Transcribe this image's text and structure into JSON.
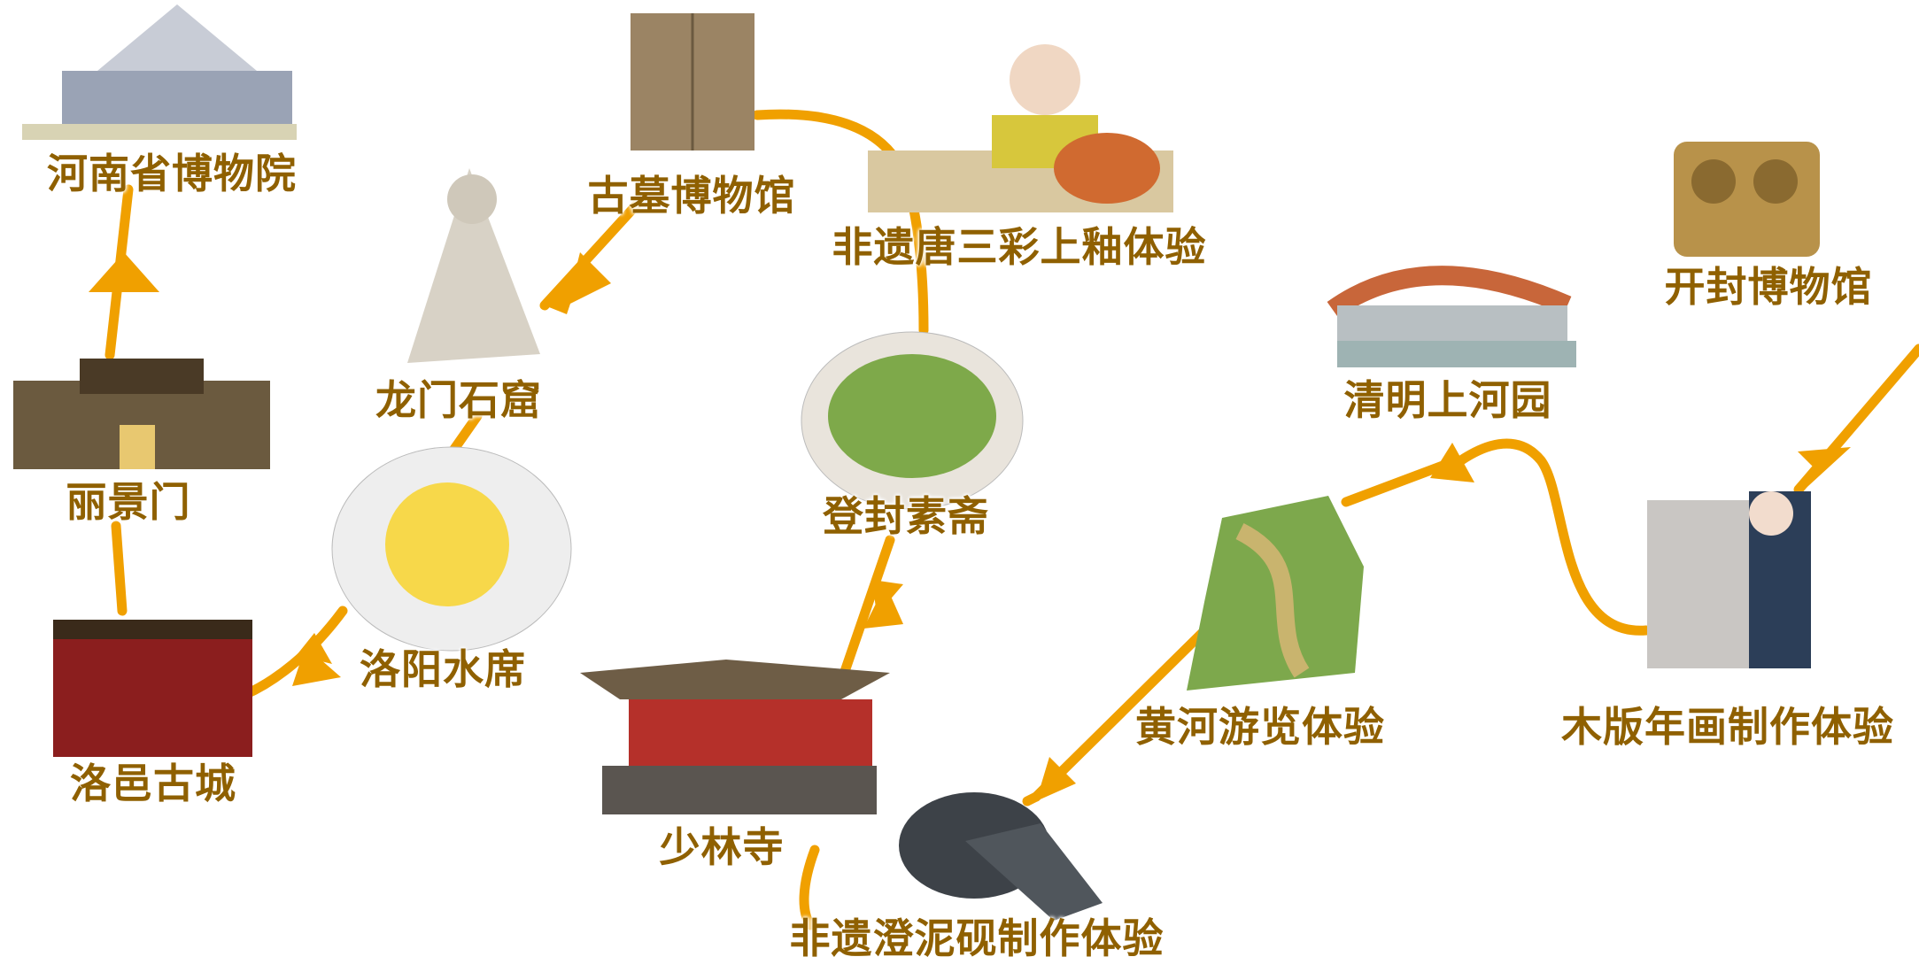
{
  "colors": {
    "route": "#f0a000",
    "label": "#8f6000"
  },
  "stops": [
    {
      "id": "henan-museum",
      "label": "河南省博物院"
    },
    {
      "id": "lijing-gate",
      "label": "丽景门"
    },
    {
      "id": "luoyi-old-town",
      "label": "洛邑古城"
    },
    {
      "id": "luoyang-water-banquet",
      "label": "洛阳水席"
    },
    {
      "id": "longmen-grottoes",
      "label": "龙门石窟"
    },
    {
      "id": "ancient-tomb-museum",
      "label": "古墓博物馆"
    },
    {
      "id": "tang-sancai-glazing",
      "label": "非遗唐三彩上釉体验"
    },
    {
      "id": "dengfeng-vegetarian",
      "label": "登封素斋"
    },
    {
      "id": "shaolin-temple",
      "label": "少林寺"
    },
    {
      "id": "chengni-inkstone",
      "label": "非遗澄泥砚制作体验"
    },
    {
      "id": "yellow-river-tour",
      "label": "黄河游览体验"
    },
    {
      "id": "qingming-park",
      "label": "清明上河园"
    },
    {
      "id": "kaifeng-museum",
      "label": "开封博物馆"
    },
    {
      "id": "woodblock-print",
      "label": "木版年画制作体验"
    }
  ]
}
